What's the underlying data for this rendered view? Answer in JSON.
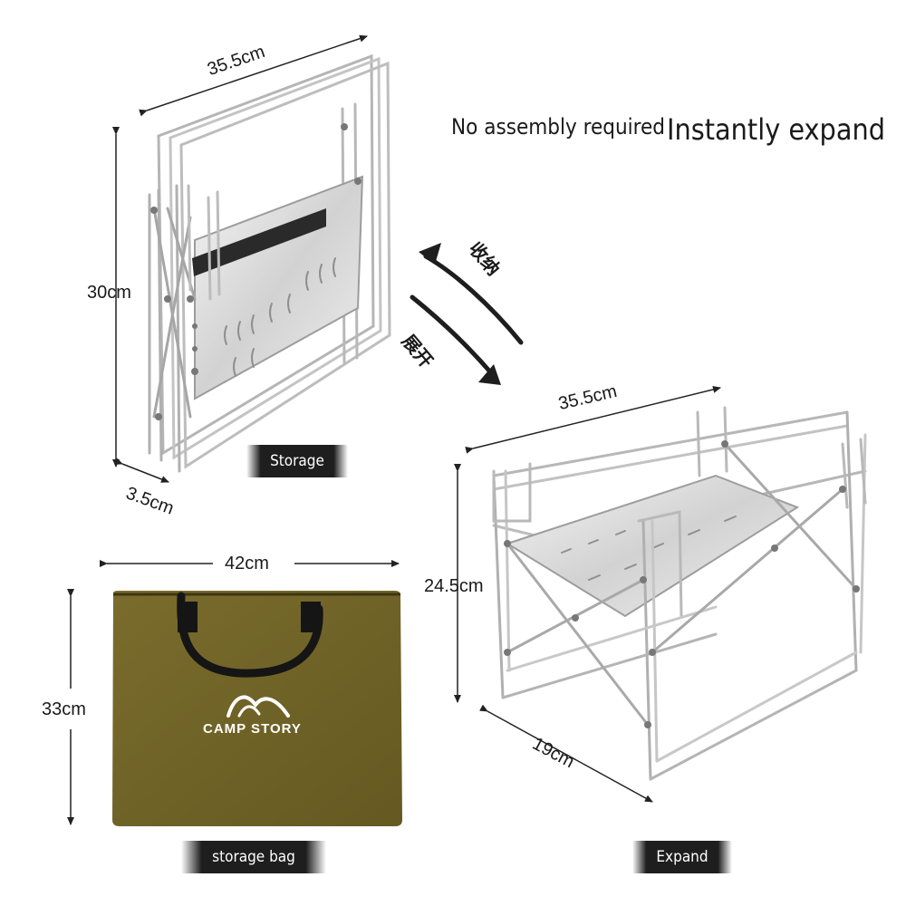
{
  "headline": {
    "left": "No assembly required",
    "right": "Instantly expand"
  },
  "arrows": {
    "collapse_label": "收纳",
    "expand_label": "展开"
  },
  "storage": {
    "label": "Storage",
    "width": "35.5cm",
    "height": "30cm",
    "depth": "3.5cm"
  },
  "expanded": {
    "label": "Expand",
    "width": "35.5cm",
    "height": "24.5cm",
    "depth": "19cm"
  },
  "bag": {
    "label": "storage bag",
    "width": "42cm",
    "height": "33cm",
    "brand": "CAMP STORY",
    "bag_color": "#6f6226",
    "handle_color": "#151515"
  }
}
